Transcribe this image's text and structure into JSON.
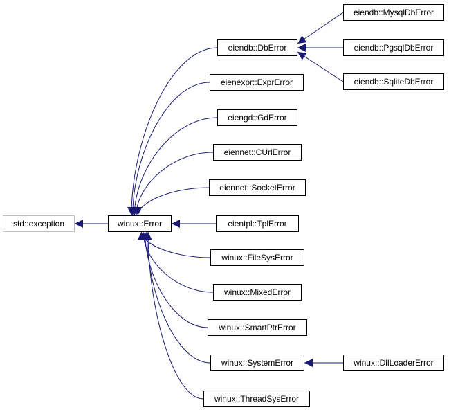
{
  "colors": {
    "edge": "#191970",
    "node_border": "#000000",
    "external_border": "#bfbfbf"
  },
  "nodes": {
    "std_exception": "std::exception",
    "winux_error": "winux::Error",
    "eiendb_dberror": "eiendb::DbError",
    "eienexpr_exprerror": "eienexpr::ExprError",
    "eiengd_gderror": "eiengd::GdError",
    "eiennet_curlerror": "eiennet::CUrlError",
    "eiennet_socketerror": "eiennet::SocketError",
    "eientpl_tplerror": "eientpl::TplError",
    "winux_filesyserror": "winux::FileSysError",
    "winux_mixederror": "winux::MixedError",
    "winux_smartptrerror": "winux::SmartPtrError",
    "winux_systemerror": "winux::SystemError",
    "winux_threadsyserror": "winux::ThreadSysError",
    "eiendb_mysqldberror": "eiendb::MysqlDbError",
    "eiendb_pgsqldberror": "eiendb::PgsqlDbError",
    "eiendb_sqlitedberror": "eiendb::SqliteDbError",
    "winux_dllloadererror": "winux::DllLoaderError"
  },
  "edges": [
    {
      "from": "winux_error",
      "to": "std_exception"
    },
    {
      "from": "eiendb_dberror",
      "to": "winux_error"
    },
    {
      "from": "eienexpr_exprerror",
      "to": "winux_error"
    },
    {
      "from": "eiengd_gderror",
      "to": "winux_error"
    },
    {
      "from": "eiennet_curlerror",
      "to": "winux_error"
    },
    {
      "from": "eiennet_socketerror",
      "to": "winux_error"
    },
    {
      "from": "eientpl_tplerror",
      "to": "winux_error"
    },
    {
      "from": "winux_filesyserror",
      "to": "winux_error"
    },
    {
      "from": "winux_mixederror",
      "to": "winux_error"
    },
    {
      "from": "winux_smartptrerror",
      "to": "winux_error"
    },
    {
      "from": "winux_systemerror",
      "to": "winux_error"
    },
    {
      "from": "winux_threadsyserror",
      "to": "winux_error"
    },
    {
      "from": "eiendb_mysqldberror",
      "to": "eiendb_dberror"
    },
    {
      "from": "eiendb_pgsqldberror",
      "to": "eiendb_dberror"
    },
    {
      "from": "eiendb_sqlitedberror",
      "to": "eiendb_dberror"
    },
    {
      "from": "winux_dllloadererror",
      "to": "winux_systemerror"
    }
  ]
}
